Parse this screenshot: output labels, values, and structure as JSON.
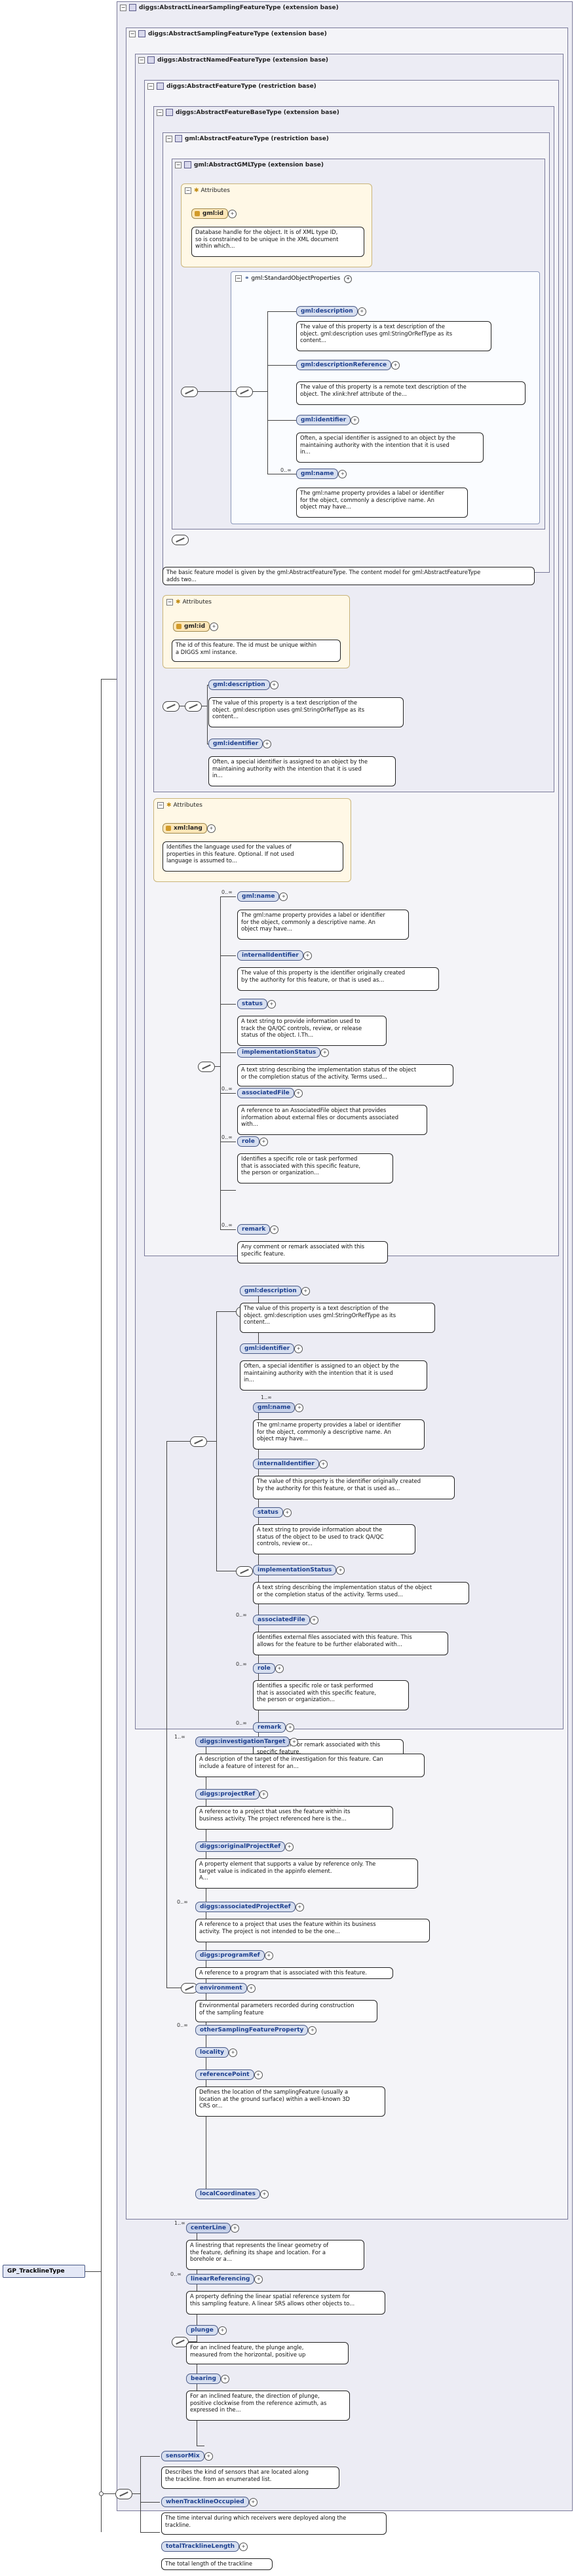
{
  "types": {
    "t1": "diggs:AbstractLinearSamplingFeatureType (extension base)",
    "t2": "diggs:AbstractSamplingFeatureType (extension base)",
    "t3": "diggs:AbstractNamedFeatureType (extension base)",
    "t4": "diggs:AbstractFeatureType (restriction base)",
    "t5": "diggs:AbstractFeatureBaseType (extension base)",
    "t6": "gml:AbstractFeatureType (restriction base)",
    "t7": "gml:AbstractGMLType (extension base)"
  },
  "attributes_label": "Attributes",
  "gml_standard": "gml:StandardObjectProperties",
  "root_element": "GP_TracklineType",
  "cardinality": {
    "many": "0..∞",
    "one_many": "1..∞"
  },
  "nodes": {
    "gml_id": {
      "name": "gml:id",
      "doc": [
        "Database handle for the object. It is of XML type ID,",
        "so is constrained to be unique in the XML document",
        "within which..."
      ]
    },
    "std_desc": {
      "name": "gml:description",
      "doc": [
        "The value of this property is a text description of the",
        "object. gml:description uses gml:StringOrRefType as its",
        "content..."
      ]
    },
    "std_descref": {
      "name": "gml:descriptionReference",
      "doc": [
        "The value of this property is a remote text description of the",
        "object. The xlink:href attribute of the..."
      ]
    },
    "std_ident": {
      "name": "gml:identifier",
      "doc": [
        "Often, a special identifier is assigned to an object by the",
        "maintaining authority with the intention that it is used",
        "in..."
      ]
    },
    "std_name": {
      "name": "gml:name",
      "doc": [
        "The gml:name property provides a label or identifier",
        "for the object, commonly a descriptive name. An",
        "object may have..."
      ]
    },
    "fb_note": {
      "doc": [
        "The basic feature model is given by the gml:AbstractFeatureType. The content model for gml:AbstractFeatureType",
        "adds two..."
      ]
    },
    "diggs_id": {
      "name": "gml:id",
      "doc": [
        "The id of this feature. The id must be unique within",
        "a DIGGS xml instance."
      ]
    },
    "af_desc": {
      "name": "gml:description",
      "doc": [
        "The value of this property is a text description of the",
        "object. gml:description uses gml:StringOrRefType as its",
        "content..."
      ]
    },
    "af_ident": {
      "name": "gml:identifier",
      "doc": [
        "Often, a special identifier is assigned to an object by the",
        "maintaining authority with the intention that it is used",
        "in..."
      ]
    },
    "xml_lang": {
      "name": "xml:lang",
      "doc": [
        "Identifies the language used for the values of",
        "properties in this feature. Optional. If not used",
        "language is assumed to..."
      ]
    },
    "n_name": {
      "name": "gml:name",
      "doc": [
        "The gml:name property provides a label or identifier",
        "for the object, commonly a descriptive name. An",
        "object may have..."
      ]
    },
    "n_intid": {
      "name": "internalIdentifier",
      "doc": [
        "The value of this property is the identifier originally created",
        "by the authority for this feature, or that is used as..."
      ]
    },
    "n_status": {
      "name": "status",
      "doc": [
        "A text string to provide information used to",
        "track the QA/QC controls, review, or release",
        "status of the object. I.Th..."
      ]
    },
    "n_impl": {
      "name": "implementationStatus",
      "doc": [
        "A text string describing the implementation status of the object",
        "or the completion status of the activity. Terms used..."
      ]
    },
    "n_assoc": {
      "name": "associatedFile",
      "doc": [
        "A reference to an AssociatedFile object that provides",
        "information about external files or documents associated",
        "with..."
      ]
    },
    "n_role": {
      "name": "role",
      "doc": [
        "Identifies a specific role or task performed",
        "that is associated with this specific feature,",
        "the person or organization..."
      ]
    },
    "n_remark": {
      "name": "remark",
      "doc": [
        "Any comment or remark associated with this",
        "specific feature."
      ]
    },
    "s_desc": {
      "name": "gml:description",
      "doc": [
        "The value of this property is a text description of the",
        "object. gml:description uses gml:StringOrRefType as its",
        "content..."
      ]
    },
    "s_ident": {
      "name": "gml:identifier",
      "doc": [
        "Often, a special identifier is assigned to an object by the",
        "maintaining authority with the intention that it is used",
        "in..."
      ]
    },
    "s_name": {
      "name": "gml:name",
      "doc": [
        "The gml:name property provides a label or identifier",
        "for the object, commonly a descriptive name. An",
        "object may have..."
      ]
    },
    "s_intid": {
      "name": "internalIdentifier",
      "doc": [
        "The value of this property is the identifier originally created",
        "by the authority for this feature, or that is used as..."
      ]
    },
    "s_status": {
      "name": "status",
      "doc": [
        "A text string to provide information about the",
        "status of the object to be used to track QA/QC",
        "controls, review or..."
      ]
    },
    "s_impl": {
      "name": "implementationStatus",
      "doc": [
        "A text string describing the implementation status of the object",
        "or the completion status of the activity. Terms used..."
      ]
    },
    "s_assoc": {
      "name": "associatedFile",
      "doc": [
        "Identifies external files associated with this feature. This",
        "allows for the feature to be further elaborated with..."
      ]
    },
    "s_role": {
      "name": "role",
      "doc": [
        "Identifies a specific role or task performed",
        "that is associated with this specific feature,",
        "the person or organization..."
      ]
    },
    "s_remark": {
      "name": "remark",
      "doc": [
        "Any comment or remark associated with this",
        "specific feature."
      ]
    },
    "p_invtarget": {
      "name": "diggs:investigationTarget",
      "doc": [
        "A description of the target of the investigation for this feature. Can",
        "include a feature of interest for an..."
      ]
    },
    "p_projref": {
      "name": "diggs:projectRef",
      "doc": [
        "A reference to a project that uses the feature within its",
        "business activity. The project referenced here is the..."
      ]
    },
    "p_origproj": {
      "name": "diggs:originalProjectRef",
      "doc": [
        "A property element that supports a value by reference only. The",
        "target value is indicated in the appinfo element.",
        "A..."
      ]
    },
    "p_assocproj": {
      "name": "diggs:associatedProjectRef",
      "doc": [
        "A reference to a project that uses the feature within its business",
        "activity. The project is not intended to be the one..."
      ]
    },
    "p_progref": {
      "name": "diggs:programRef",
      "doc": [
        "A reference to a program that is associated with this feature."
      ]
    },
    "p_env": {
      "name": "environment",
      "doc": [
        "Environmental parameters recorded during construction",
        "of the sampling feature"
      ]
    },
    "p_othersf": {
      "name": "otherSamplingFeatureProperty",
      "doc": []
    },
    "p_locality": {
      "name": "locality",
      "doc": []
    },
    "p_refpoint": {
      "name": "referencePoint",
      "doc": [
        "Defines the location of the samplingFeature (usually a",
        "location at the ground surface) within a well-known 3D",
        "CRS or..."
      ]
    },
    "p_localcoord": {
      "name": "localCoordinates",
      "doc": []
    },
    "l_centerline": {
      "name": "centerLine",
      "doc": [
        "A linestring that represents the linear geometry of",
        "the feature, defining its shape and location. For a",
        "borehole or a..."
      ]
    },
    "l_linref": {
      "name": "linearReferencing",
      "doc": [
        "A property defining the linear spatial reference system for",
        "this sampling feature. A linear SRS allows other objects to..."
      ]
    },
    "l_plunge": {
      "name": "plunge",
      "doc": [
        "For an inclined feature, the plunge angle,",
        "measured from the horizontal, positive up"
      ]
    },
    "l_bearing": {
      "name": "bearing",
      "doc": [
        "For an inclined feature, the direction of plunge,",
        "positive clockwise from the reference azimuth, as",
        "expressed in the..."
      ]
    },
    "g_sensormix": {
      "name": "sensorMix",
      "doc": [
        "Describes the kind of sensors that are located along",
        "the trackline. from an enumerated list."
      ]
    },
    "g_wheninterval": {
      "name": "whenTracklineOccupied",
      "doc": [
        "The time interval during which receivers were deployed along the",
        "trackline."
      ]
    },
    "g_totallength": {
      "name": "totalTracklineLength",
      "doc": [
        "The total length of the trackline"
      ]
    }
  }
}
